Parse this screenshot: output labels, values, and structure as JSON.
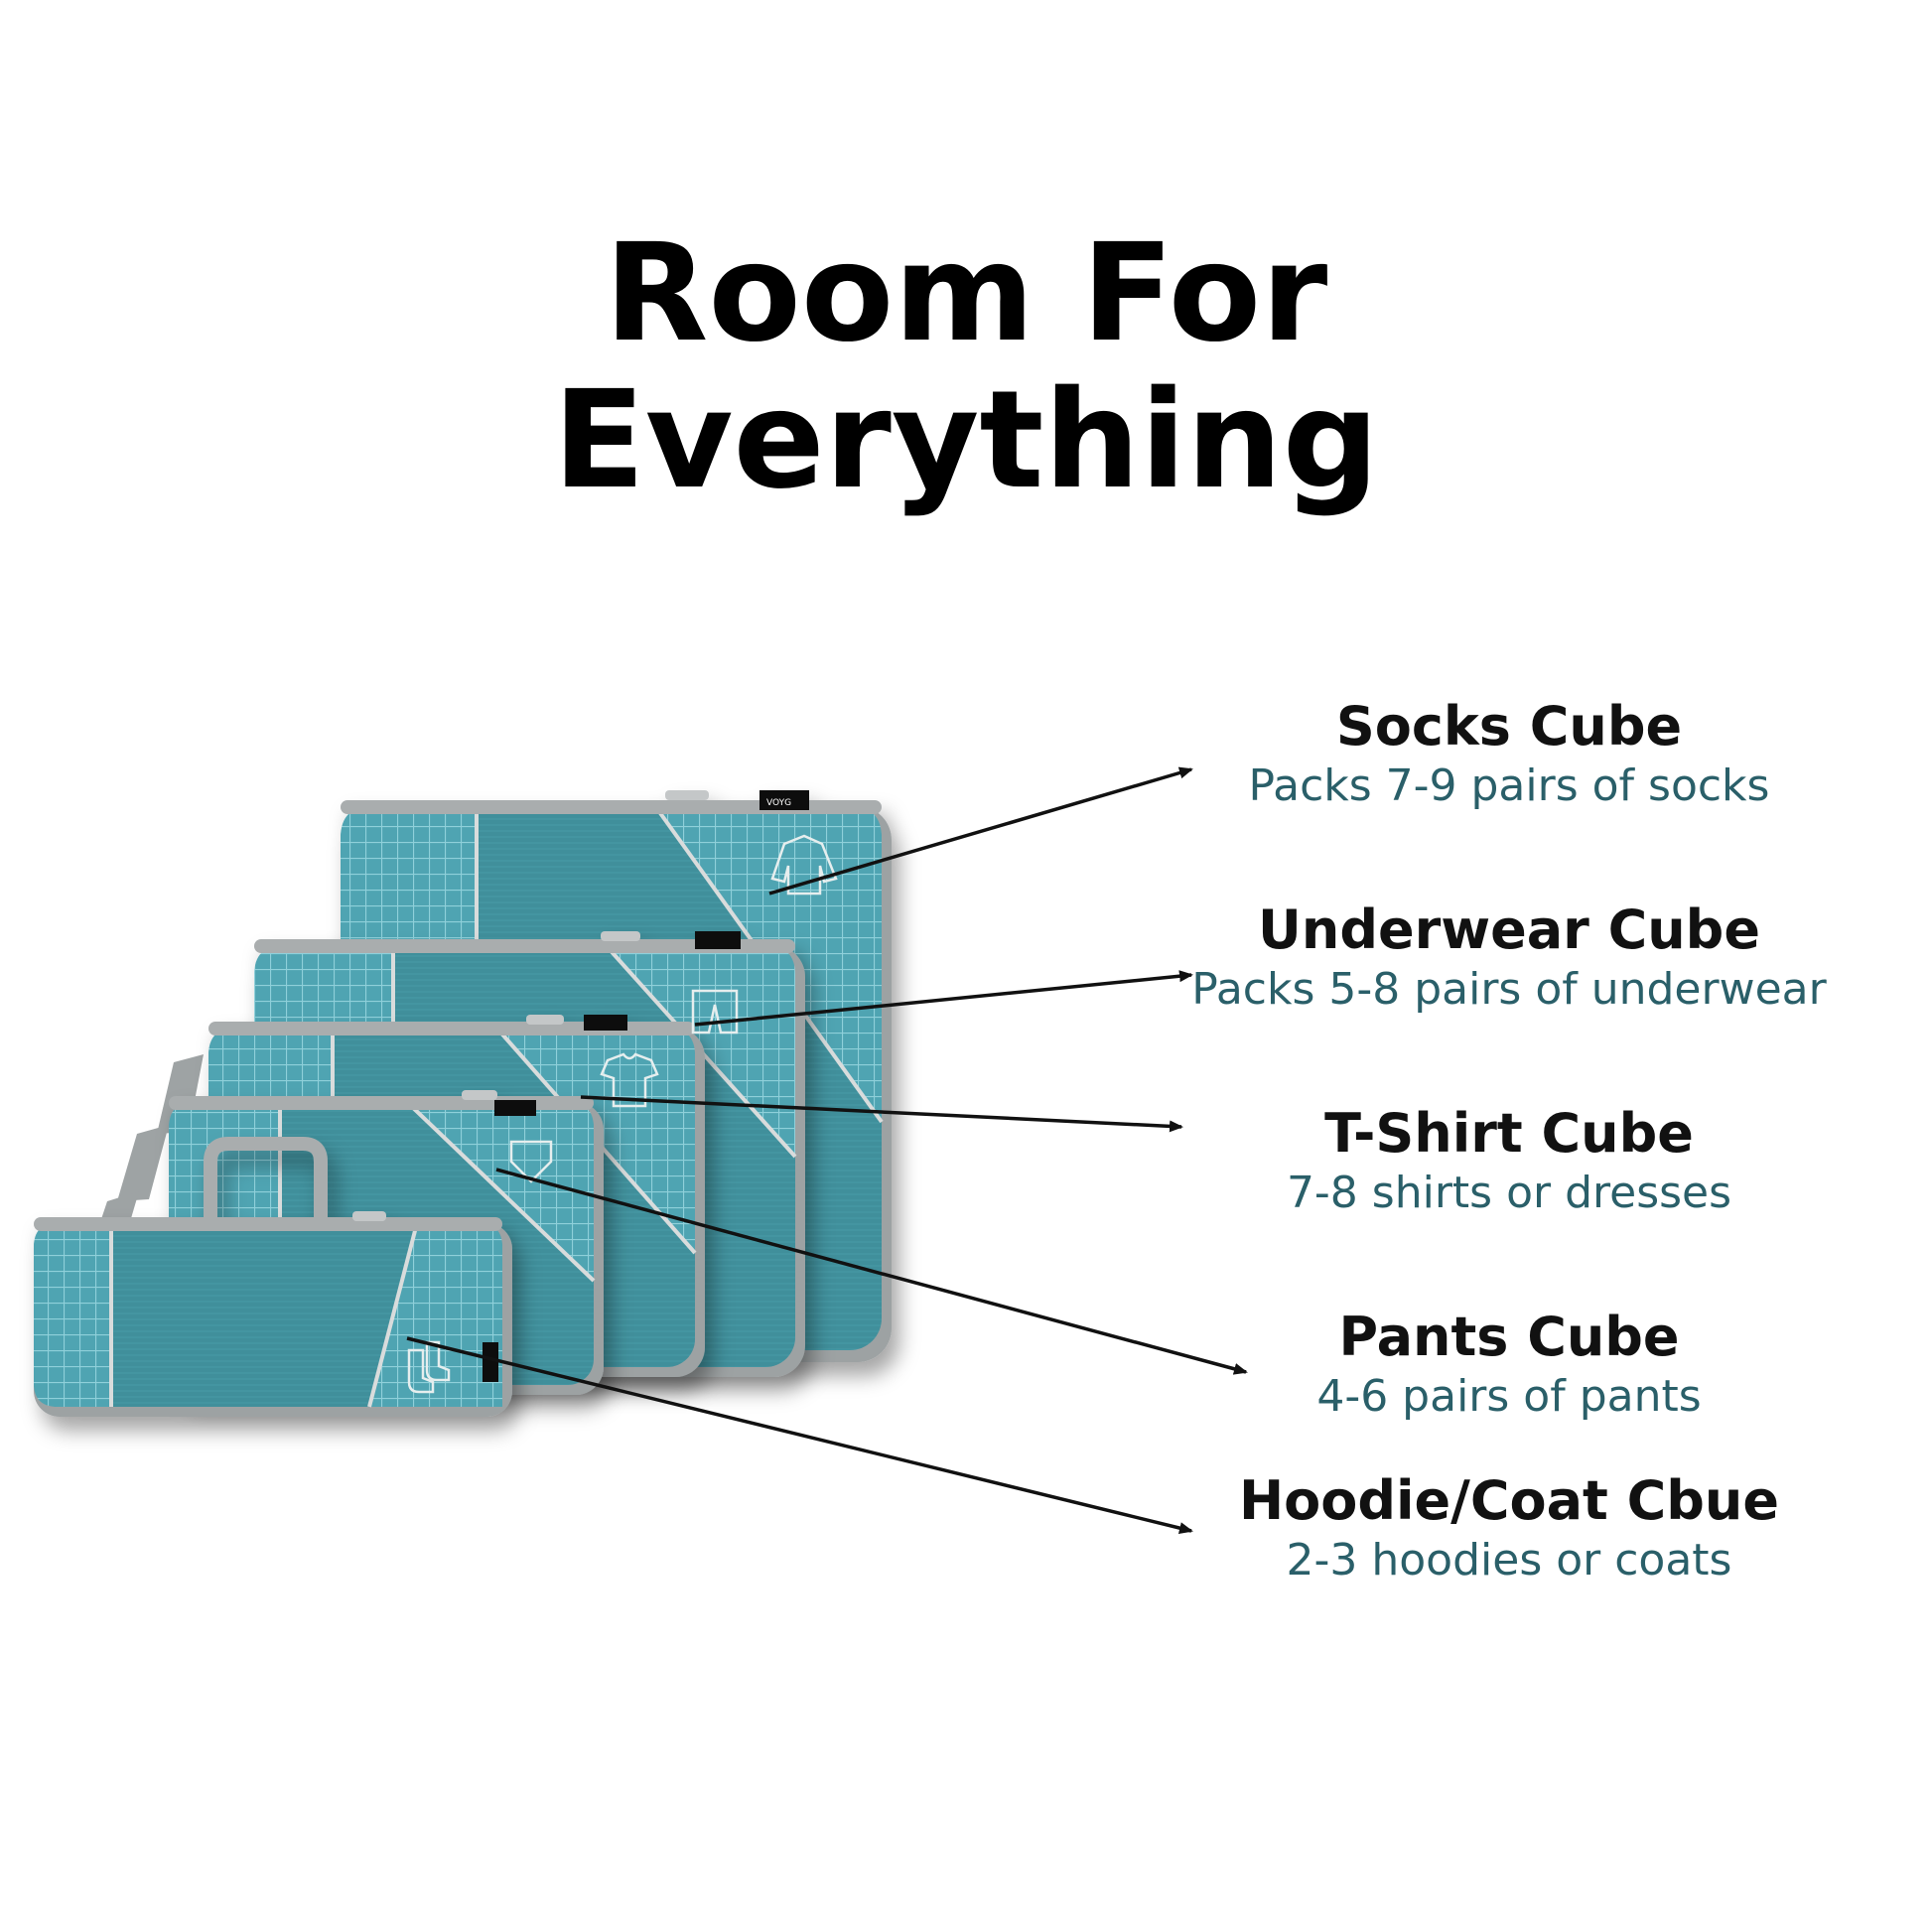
{
  "title": {
    "line1": "Room For",
    "line2": "Everything"
  },
  "brand_tag": "VOYG",
  "colors": {
    "cube_teal": "#4fa4b2",
    "cube_dark": "#3e8f9b",
    "zipper_trim": "#a9adae",
    "desc_text": "#2a5f69",
    "arrow": "#111111"
  },
  "cubes": [
    {
      "name": "Socks Cube",
      "description": "Packs 7-9 pairs of socks",
      "icon": "hoodie-icon"
    },
    {
      "name": "Underwear Cube",
      "description": "Packs 5-8 pairs of underwear",
      "icon": "pants-icon"
    },
    {
      "name": "T-Shirt Cube",
      "description": "7-8 shirts or dresses",
      "icon": "tshirt-icon"
    },
    {
      "name": "Pants Cube",
      "description": "4-6 pairs of pants",
      "icon": "underwear-icon"
    },
    {
      "name": "Hoodie/Coat Cbue",
      "description": "2-3 hoodies or coats",
      "icon": "socks-icon"
    }
  ]
}
